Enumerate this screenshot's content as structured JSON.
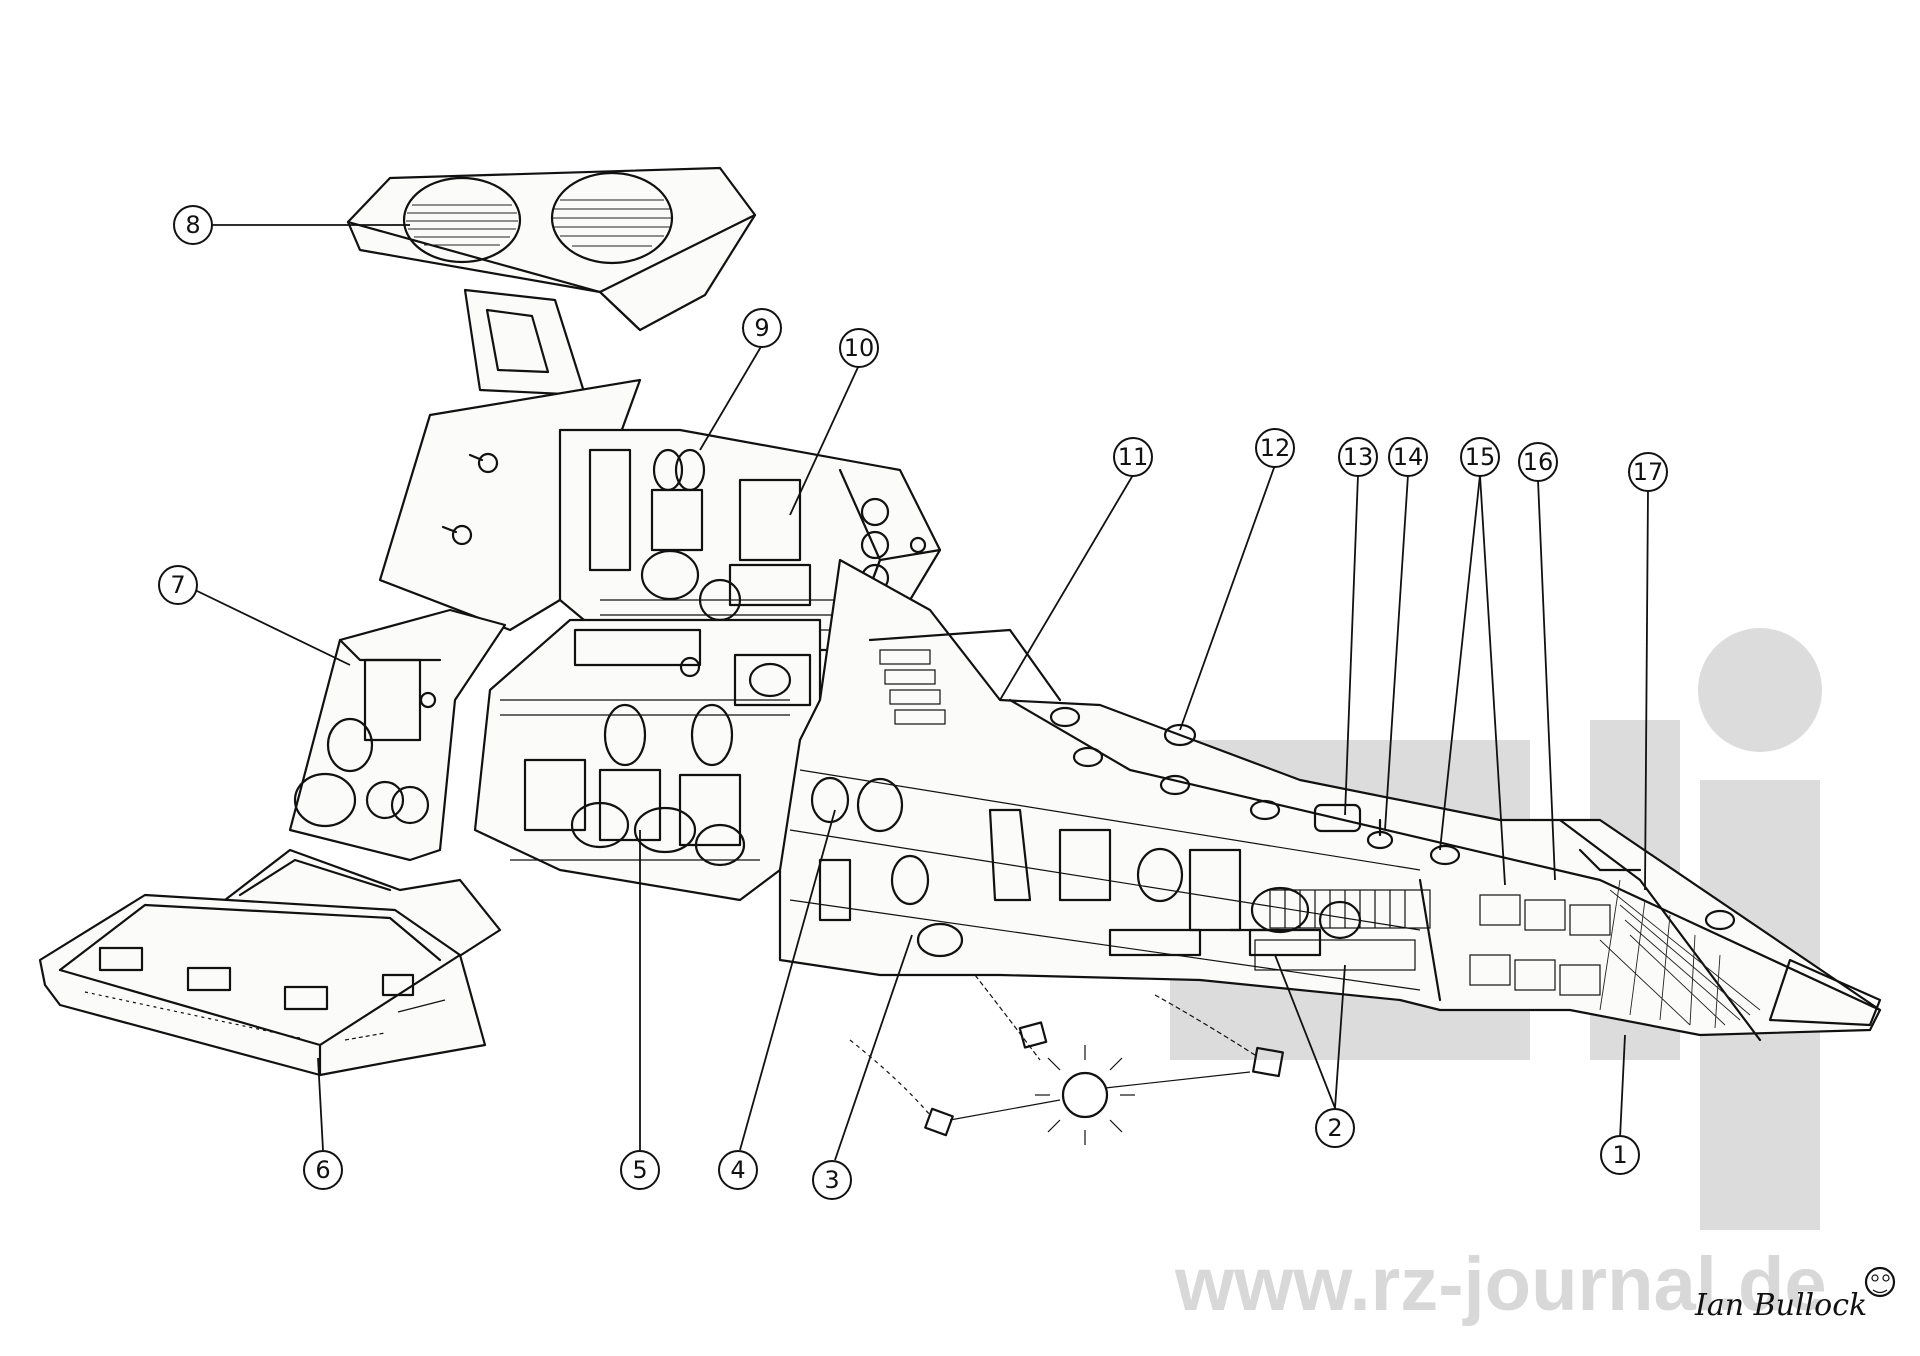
{
  "diagram": {
    "callouts": [
      {
        "id": "1",
        "label": "1"
      },
      {
        "id": "2",
        "label": "2"
      },
      {
        "id": "3",
        "label": "3"
      },
      {
        "id": "4",
        "label": "4"
      },
      {
        "id": "5",
        "label": "5"
      },
      {
        "id": "6",
        "label": "6"
      },
      {
        "id": "7",
        "label": "7"
      },
      {
        "id": "8",
        "label": "8"
      },
      {
        "id": "9",
        "label": "9"
      },
      {
        "id": "10",
        "label": "10"
      },
      {
        "id": "11",
        "label": "11"
      },
      {
        "id": "12",
        "label": "12"
      },
      {
        "id": "13",
        "label": "13"
      },
      {
        "id": "14",
        "label": "14"
      },
      {
        "id": "15",
        "label": "15"
      },
      {
        "id": "16",
        "label": "16"
      },
      {
        "id": "17",
        "label": "17"
      }
    ],
    "watermark": "www.rz-journal.de",
    "signature": "Ian Bullock"
  },
  "colors": {
    "ink": "#111111",
    "paper": "#ffffff",
    "watermark": "#d8d8d8"
  }
}
